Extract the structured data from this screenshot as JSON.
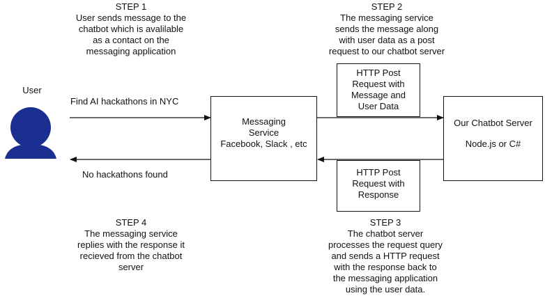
{
  "user": {
    "label": "User",
    "icon": "user-icon",
    "color": "#1a2f8f"
  },
  "step1": {
    "title": "STEP 1",
    "lines": [
      "User sends message to the",
      "chatbot which is avalilable",
      "as a contact on the",
      "messaging application"
    ]
  },
  "step2": {
    "title": "STEP 2",
    "lines": [
      "The messaging service",
      "sends the message along",
      "with user data as a post",
      "request to our chatbot server"
    ]
  },
  "step3": {
    "title": "STEP 3",
    "lines": [
      "The chatbot server",
      "processes the request query",
      "and sends a HTTP request",
      "with the response back to",
      "the messaging application",
      "using the user data."
    ]
  },
  "step4": {
    "title": "STEP 4",
    "lines": [
      "The messaging service",
      "replies with the response it",
      "recieved from the chatbot",
      "server"
    ]
  },
  "arrows": {
    "query_label": "Find AI hackathons in NYC",
    "reply_label": "No hackathons found"
  },
  "messaging_service": {
    "lines": [
      "Messaging",
      "Service",
      "Facebook, Slack , etc"
    ]
  },
  "http_post_request": {
    "lines": [
      "HTTP Post",
      "Request with",
      "Message and",
      "User Data"
    ]
  },
  "http_post_response": {
    "lines": [
      "HTTP Post",
      "Request with",
      "Response"
    ]
  },
  "chatbot_server": {
    "title": "Our Chatbot Server",
    "tech": "Node.js or C#"
  }
}
